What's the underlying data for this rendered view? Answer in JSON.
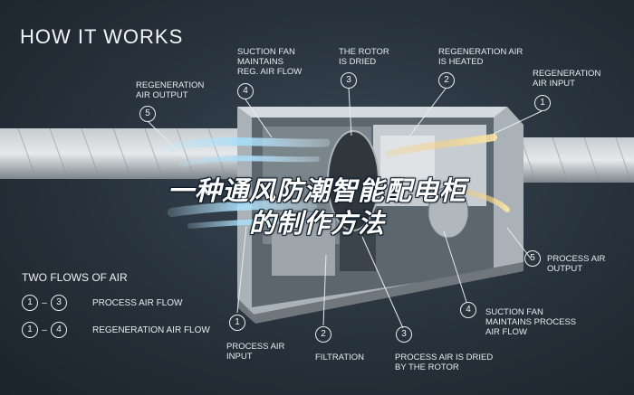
{
  "title": "HOW IT WORKS",
  "overlay_text": {
    "line1": "一种通风防潮智能配电柜",
    "line2": "的制作方法"
  },
  "top_callouts": [
    {
      "number": "5",
      "label": "REGENERATION\nAIR OUTPUT"
    },
    {
      "number": "4",
      "label": "SUCTION FAN\nMAINTAINS\nREG. AIR FLOW"
    },
    {
      "number": "3",
      "label": "THE ROTOR\nIS DRIED"
    },
    {
      "number": "2",
      "label": "REGENERATION AIR\nIS HEATED"
    },
    {
      "number": "1",
      "label": "REGENERATION\nAIR INPUT"
    }
  ],
  "bottom_callouts": [
    {
      "number": "1",
      "label": "PROCESS AIR\nINPUT"
    },
    {
      "number": "2",
      "label": "FILTRATION"
    },
    {
      "number": "3",
      "label": "PROCESS AIR IS DRIED\nBY THE ROTOR"
    },
    {
      "number": "4",
      "label": "SUCTION FAN\nMAINTAINS PROCESS\nAIR FLOW"
    },
    {
      "number": "5",
      "label": "PROCESS AIR\nOUTPUT"
    }
  ],
  "flows": {
    "title": "TWO FLOWS OF AIR",
    "items": [
      {
        "from": "1",
        "dash": "–",
        "to": "3",
        "label": "PROCESS AIR FLOW"
      },
      {
        "from": "1",
        "dash": "–",
        "to": "4",
        "label": "REGENERATION AIR FLOW"
      }
    ]
  },
  "colors": {
    "background": "#26313b",
    "cabinet": "#b9c0c6",
    "duct": "#9aa1a6",
    "airflow": "#8fd0f4",
    "heat": "#f4d37a"
  }
}
